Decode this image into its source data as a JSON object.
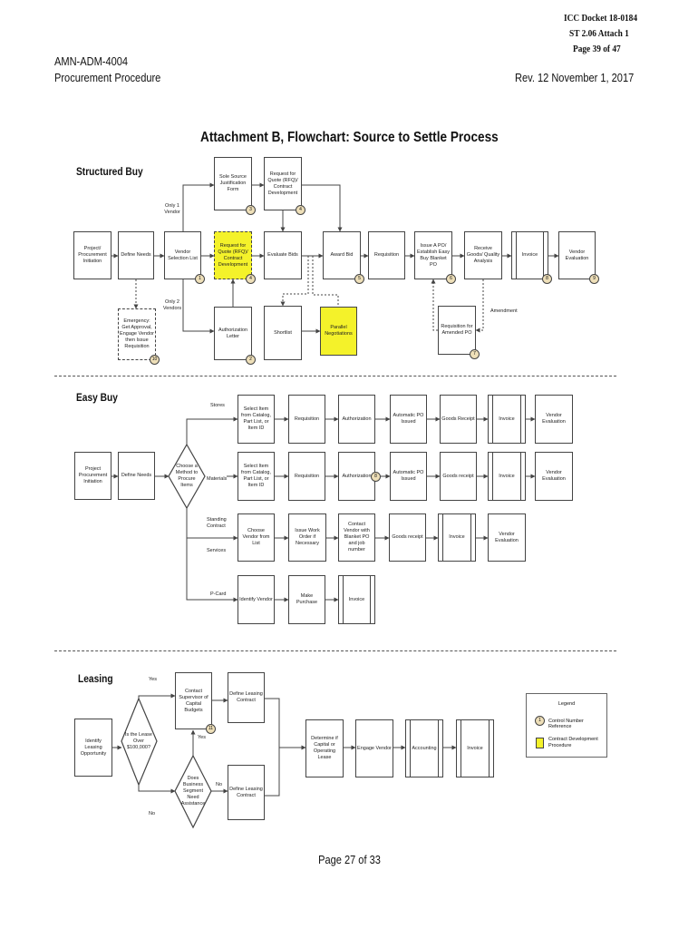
{
  "header": {
    "docket": "ICC Docket 18-0184",
    "attach": "ST 2.06 Attach 1",
    "page_of": "Page 39 of 47",
    "doc_id": "AMN-ADM-4004",
    "doc_title": "Procurement Procedure",
    "revision": "Rev. 12 November 1, 2017"
  },
  "title": "Attachment B, Flowchart: Source to Settle Process",
  "structured_buy": {
    "heading": "Structured Buy",
    "labels": {
      "only1": "Only 1 Vendor",
      "only2": "Only 2 Vendors",
      "amendment": "Amendment"
    },
    "nodes": {
      "sb_init": {
        "text": "Project/ Procurement Initiation"
      },
      "sb_define": {
        "text": "Define Needs"
      },
      "sb_vsl": {
        "text": "Vendor Selection List",
        "num": "1"
      },
      "sb_rfq": {
        "text": "Request for Quote (RFQ)/ Contract Development",
        "num": "4"
      },
      "sb_eval": {
        "text": "Evaluate Bids"
      },
      "sb_award": {
        "text": "Award Bid",
        "num": "5"
      },
      "sb_req": {
        "text": "Requisition"
      },
      "sb_po": {
        "text": "Issue A PO/ Establish Easy Buy Blanket PO",
        "num": "6"
      },
      "sb_receive": {
        "text": "Receive Goods/ Quality Analysis"
      },
      "sb_invoice": {
        "text": "Invoice",
        "num": "8"
      },
      "sb_veval": {
        "text": "Vendor Evaluation",
        "num": "9"
      },
      "sb_sole": {
        "text": "Sole Source Justification Form",
        "num": "3"
      },
      "sb_rfq_top": {
        "text": "Request for Quote (RFQ)/ Contract Development",
        "num": "4"
      },
      "sb_auth": {
        "text": "Authorization Letter",
        "num": "2"
      },
      "sb_short": {
        "text": "Shortlist"
      },
      "sb_parallel": {
        "text": "Parallel Negotiations"
      },
      "sb_emerg": {
        "text": "Emergency: Get Approval, Engage Vendor then Issue Requisition",
        "num": "10"
      },
      "sb_amend": {
        "text": "Requisition for Amended PO",
        "num": "7"
      }
    }
  },
  "easy_buy": {
    "heading": "Easy Buy",
    "labels": {
      "stores": "Stores",
      "materials": "Materials",
      "standing": "Standing Contract",
      "services": "Services",
      "pcard": "P-Card"
    },
    "nodes": {
      "eb_init": {
        "text": "Project Procurement Initiation"
      },
      "eb_define": {
        "text": "Define Needs"
      },
      "eb_choose": {
        "text": "Choose a Method to Procure Items"
      },
      "eb_r1_select": {
        "text": "Select Item from Catalog, Part List, or Item ID"
      },
      "eb_r1_req": {
        "text": "Requisition"
      },
      "eb_r1_auth": {
        "text": "Authorization"
      },
      "eb_r1_po": {
        "text": "Automatic PO Issued"
      },
      "eb_r1_goods": {
        "text": "Goods Receipt"
      },
      "eb_r1_inv": {
        "text": "Invoice"
      },
      "eb_r1_veval": {
        "text": "Vendor Evaluation"
      },
      "eb_r2_select": {
        "text": "Select Item from Catalog, Part List, or Item ID"
      },
      "eb_r2_req": {
        "text": "Requisition"
      },
      "eb_r2_auth": {
        "text": "Authorization",
        "num": "8"
      },
      "eb_r2_po": {
        "text": "Automatic PO Issued"
      },
      "eb_r2_goods": {
        "text": "Goods receipt"
      },
      "eb_r2_inv": {
        "text": "Invoice"
      },
      "eb_r2_veval": {
        "text": "Vendor Evaluation"
      },
      "eb_r3_choose": {
        "text": "Choose Vendor from List"
      },
      "eb_r3_work": {
        "text": "Issue Work Order if Necessary"
      },
      "eb_r3_contact": {
        "text": "Contact Vendor with Blanket PO and job number"
      },
      "eb_r3_goods": {
        "text": "Goods receipt"
      },
      "eb_r3_inv": {
        "text": "Invoice"
      },
      "eb_r3_veval": {
        "text": "Vendor Evaluation"
      },
      "eb_r4_ident": {
        "text": "Identify Vendor"
      },
      "eb_r4_purchase": {
        "text": "Make Purchase"
      },
      "eb_r4_inv": {
        "text": "Invoice"
      }
    }
  },
  "leasing": {
    "heading": "Leasing",
    "labels": {
      "yes1": "Yes",
      "yes2": "Yes",
      "no1": "No",
      "no2": "No"
    },
    "nodes": {
      "ls_ident": {
        "text": "Identify Leasing Opportunity"
      },
      "ls_q1": {
        "text": "Is the Lease Over $100,000?"
      },
      "ls_contact": {
        "text": "Contact Supervisor of Capital Budgets",
        "num": "11"
      },
      "ls_define_top": {
        "text": "Define Leasing Contract"
      },
      "ls_q2": {
        "text": "Does Business Segment Need Assistance"
      },
      "ls_define_bot": {
        "text": "Define Leasing Contract"
      },
      "ls_determine": {
        "text": "Determine if Capital or Operating Lease"
      },
      "ls_engage": {
        "text": "Engage Vendor"
      },
      "ls_account": {
        "text": "Accounting"
      },
      "ls_invoice": {
        "text": "Invoice"
      }
    }
  },
  "legend": {
    "title": "Legend",
    "num_sample": "1",
    "control_ref": "Control Number Reference",
    "contract_dev": "Contract Development Procedure",
    "yellow": "#f4f22a"
  },
  "footer": "Page 27 of 33"
}
